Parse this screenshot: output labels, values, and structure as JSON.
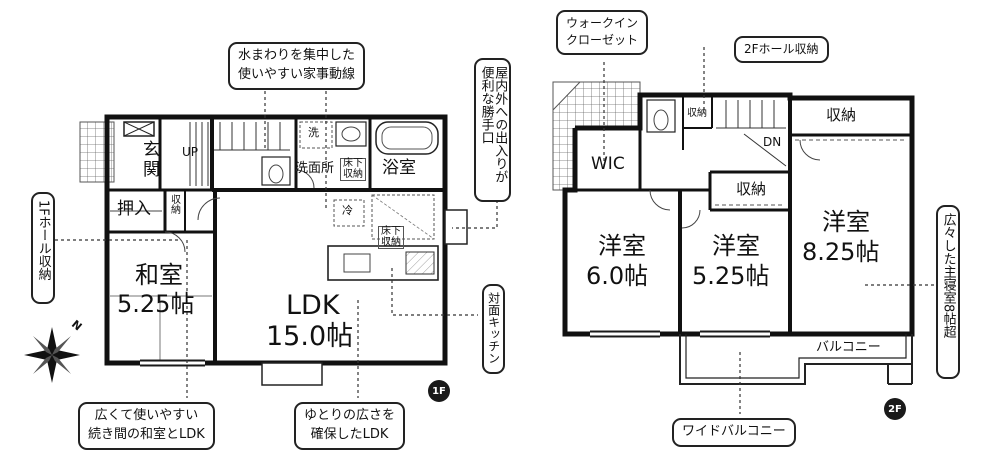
{
  "floor1": {
    "badge": "1F",
    "rooms": {
      "genkan": "玄関",
      "up": "UP",
      "oshiire": "押入",
      "shuno": "収納",
      "washitsu": "和室",
      "washitsu_size": "5.25帖",
      "senmenjo": "洗面所",
      "yokushitsu": "浴室",
      "ldk": "LDK",
      "ldk_size": "15.0帖",
      "yukashita": "床下収納",
      "yukashita2": "床下収納",
      "sentaku": "洗",
      "reizo": "冷"
    },
    "callouts": {
      "mizumawari": [
        "水まわりを集中した",
        "使いやすい家事動線"
      ],
      "katteguchi": "屋内外への出入りが便利な勝手口",
      "hall": "1Fホール収納",
      "taimen": "対面キッチン",
      "washitsu_ldk": [
        "広くて使いやすい",
        "続き間の和室とLDK"
      ],
      "yutori": [
        "ゆとりの広さを",
        "確保したLDK"
      ]
    }
  },
  "floor2": {
    "badge": "2F",
    "rooms": {
      "wic": "WIC",
      "shuno_small": "収納",
      "dn": "DN",
      "shuno_top": "収納",
      "shuno_mid": "収納",
      "yoshitsu_a": "洋室",
      "yoshitsu_a_size": "6.0帖",
      "yoshitsu_b": "洋室",
      "yoshitsu_b_size": "5.25帖",
      "yoshitsu_c": "洋室",
      "yoshitsu_c_size": "8.25帖",
      "balcony": "バルコニー"
    },
    "callouts": {
      "wic": [
        "ウォークイン",
        "クローゼット"
      ],
      "hall": "2Fホール収納",
      "master": "広々した主寝室8帖超",
      "wide_balcony": "ワイドバルコニー"
    }
  },
  "compass": "N"
}
